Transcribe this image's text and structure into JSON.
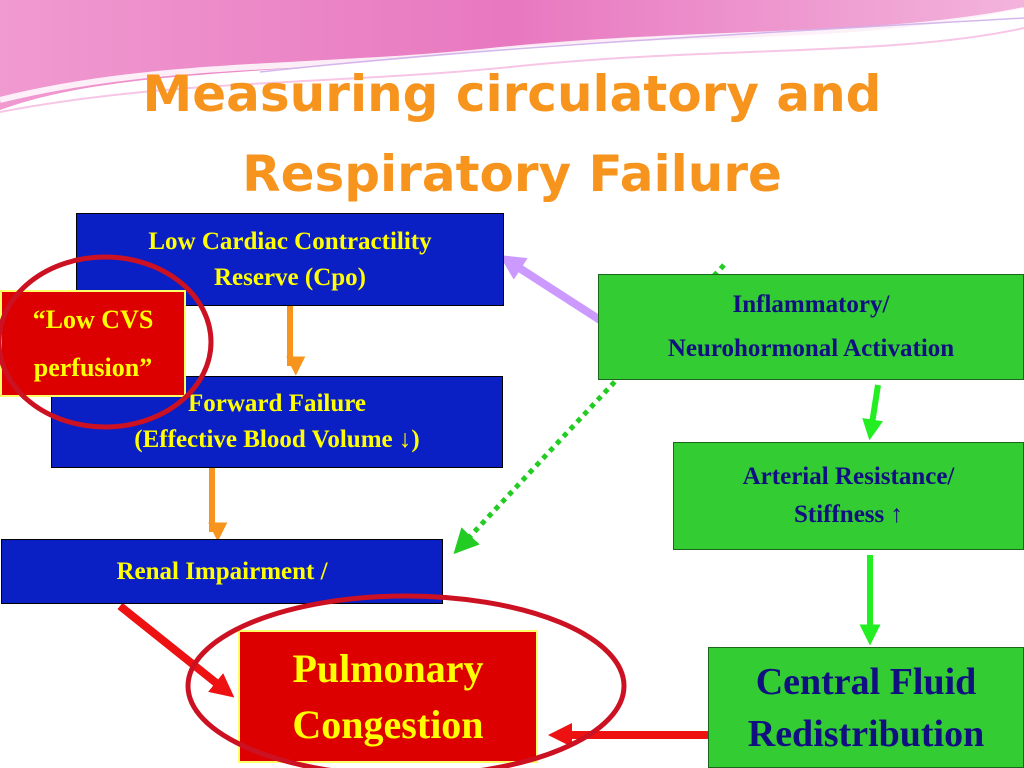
{
  "title": {
    "line1": "Measuring circulatory and",
    "line2": "Respiratory Failure"
  },
  "boxes": {
    "low_cardiac": {
      "line1": "Low Cardiac Contractility",
      "line2": "Reserve  (Cpo)"
    },
    "forward_failure": {
      "line1": "Forward Failure",
      "line2": "(Effective Blood Volume ↓)"
    },
    "renal": {
      "line1": "Renal Impairment /"
    },
    "inflammatory": {
      "line1": "Inflammatory/",
      "line2": "Neurohormonal Activation"
    },
    "arterial": {
      "line1": "Arterial Resistance/",
      "line2": "Stiffness ↑"
    },
    "central_fluid": {
      "line1": "Central Fluid",
      "line2": "Redistribution"
    },
    "pulmonary": {
      "line1": "Pulmonary",
      "line2": "Congestion"
    },
    "low_cvs": {
      "line1": "“Low CVS",
      "line2": "perfusion”"
    }
  },
  "colors": {
    "title": "#f7941d",
    "blue_box": "#0a1fc4",
    "green_box": "#33cc33",
    "red_box": "#dd0000",
    "orange_arrow": "#f7941d",
    "green_arrow": "#22ee22",
    "red_arrow": "#ee1111",
    "lavender_arrow": "#cc99ff",
    "dotted_arrow": "#22cc22",
    "highlight_ellipse": "#cc1122"
  }
}
